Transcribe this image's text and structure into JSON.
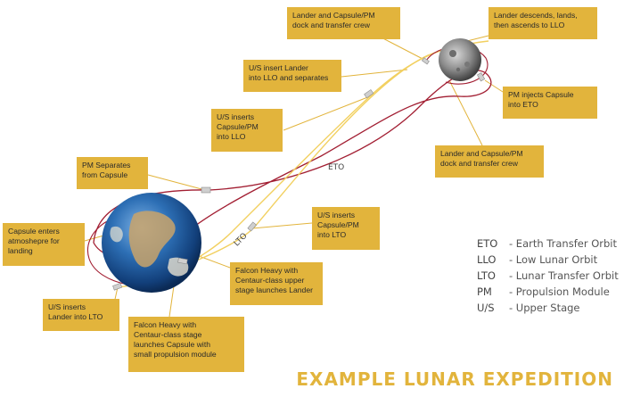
{
  "title": "EXAMPLE LUNAR EXPEDITION",
  "colors": {
    "callout": "#e2b43c",
    "eto_orbit": "#a21e32",
    "transfer_path": "#f2d060"
  },
  "orbit_labels": {
    "eto": "ETO",
    "lto": "LTO"
  },
  "callouts": {
    "dock_top": [
      "Lander and Capsule/PM",
      "dock and transfer crew"
    ],
    "lander_descends": [
      "Lander descends, lands,",
      "then ascends to LLO"
    ],
    "us_insert_lander": [
      "U/S insert Lander",
      "into LLO and separates"
    ],
    "us_inserts_llo": [
      "U/S inserts",
      "Capsule/PM",
      "into LLO"
    ],
    "pm_injects": [
      "PM injects Capsule",
      "into ETO"
    ],
    "pm_separates": [
      "PM Separates",
      "from Capsule"
    ],
    "dock_bottom": [
      "Lander and Capsule/PM",
      "dock and transfer crew"
    ],
    "us_inserts_lto_capsule": [
      "U/S inserts",
      "Capsule/PM",
      "into LTO"
    ],
    "capsule_enters": [
      "Capsule enters",
      "atmoshepre for",
      "landing"
    ],
    "falcon_lander": [
      "Falcon Heavy with",
      "Centaur-class upper",
      "stage launches Lander"
    ],
    "us_inserts_lander_lto": [
      "U/S inserts",
      "Lander into LTO"
    ],
    "falcon_capsule": [
      "Falcon Heavy with",
      "Centaur-class stage",
      "launches Capsule with",
      "small propulsion module"
    ]
  },
  "legend": [
    {
      "abbr": "ETO",
      "text": "- Earth Transfer Orbit"
    },
    {
      "abbr": "LLO",
      "text": "- Low Lunar Orbit"
    },
    {
      "abbr": "LTO",
      "text": "- Lunar Transfer Orbit"
    },
    {
      "abbr": "PM",
      "text": "- Propulsion Module"
    },
    {
      "abbr": "U/S",
      "text": "- Upper Stage"
    }
  ]
}
